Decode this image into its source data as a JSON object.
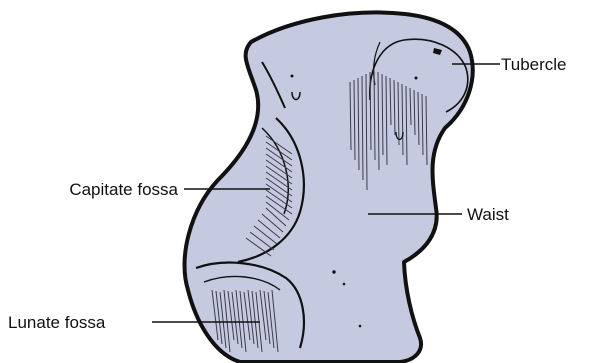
{
  "diagram": {
    "labels": {
      "tubercle": "Tubercle",
      "capitate_fossa": "Capitate fossa",
      "waist": "Waist",
      "lunate_fossa": "Lunate fossa"
    },
    "colors": {
      "bone_fill": "#c6cae0",
      "outline": "#111111",
      "hatching": "#3a3a48",
      "leader": "#111111"
    }
  }
}
